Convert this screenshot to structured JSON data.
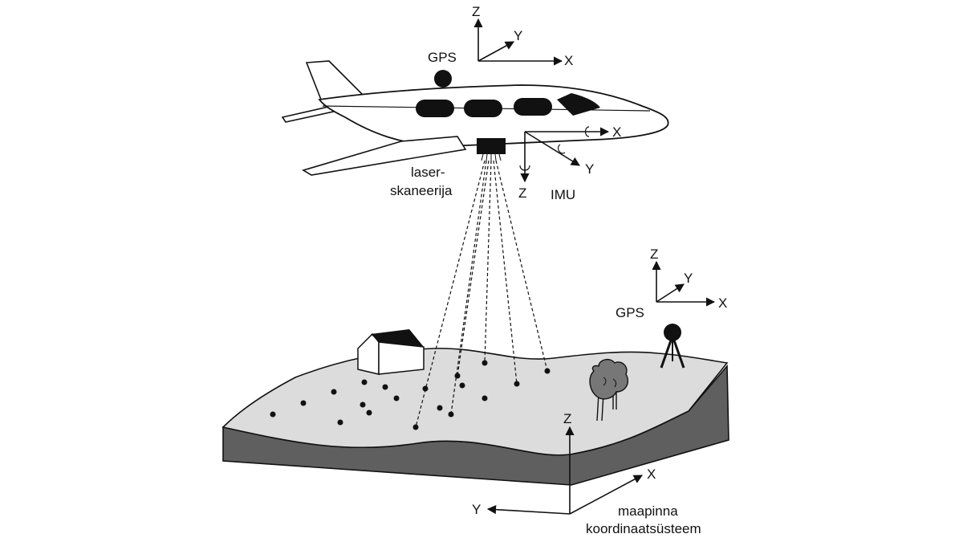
{
  "aircraft": {
    "gps_label": "GPS",
    "scanner_label_line1": "laser-",
    "scanner_label_line2": "skaneerija",
    "imu_label": "IMU",
    "top_axes": {
      "z": "Z",
      "y": "Y",
      "x": "X"
    },
    "imu_axes": {
      "x": "X",
      "y": "Y",
      "z": "Z"
    }
  },
  "ground_station": {
    "gps_label": "GPS",
    "axes": {
      "z": "Z",
      "y": "Y",
      "x": "X"
    }
  },
  "ground_frame": {
    "axes": {
      "z": "Z",
      "x": "X",
      "y": "Y"
    },
    "caption_line1": "maapinna",
    "caption_line2": "koordinaatsüsteem"
  },
  "colors": {
    "ink": "#111111",
    "ground_top": "#dcdcdc",
    "ground_side": "#5f5f5f",
    "background": "#ffffff"
  }
}
